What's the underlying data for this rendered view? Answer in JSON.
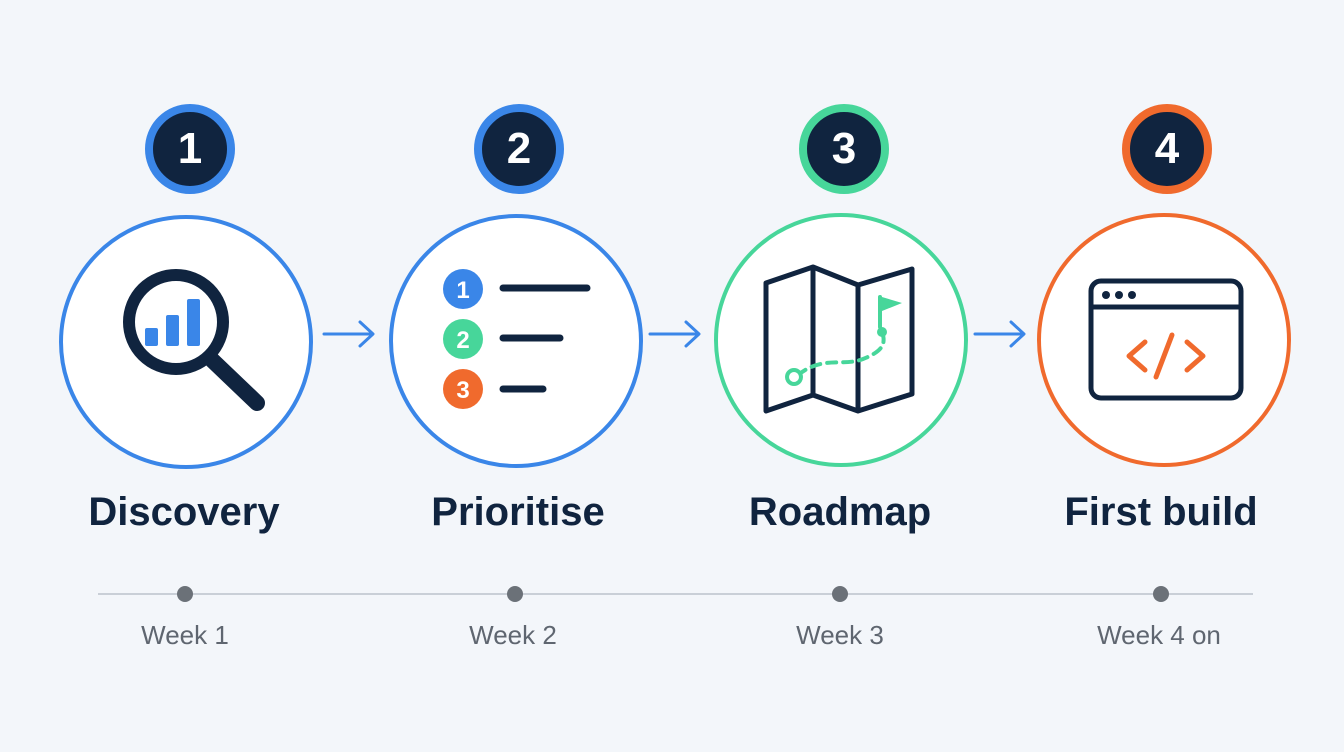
{
  "steps": [
    {
      "number": "1",
      "title": "Discovery",
      "week": "Week 1",
      "color": "#3a86e8",
      "icon": "magnifier-chart-icon"
    },
    {
      "number": "2",
      "title": "Prioritise",
      "week": "Week 2",
      "color": "#3a86e8",
      "icon": "numbered-list-icon",
      "list_numbers": [
        "1",
        "2",
        "3"
      ]
    },
    {
      "number": "3",
      "title": "Roadmap",
      "week": "Week 3",
      "color": "#47d69a",
      "icon": "map-route-icon"
    },
    {
      "number": "4",
      "title": "First build",
      "week": "Week 4 on",
      "color": "#f06a2d",
      "icon": "browser-code-icon"
    }
  ],
  "colors": {
    "navy": "#10243f",
    "blue": "#3a86e8",
    "green": "#47d69a",
    "orange": "#f06a2d",
    "background": "#f3f6fa",
    "timeline": "#c9cfd7",
    "timeline_dot": "#6b7178",
    "week_text": "#5f6670"
  }
}
